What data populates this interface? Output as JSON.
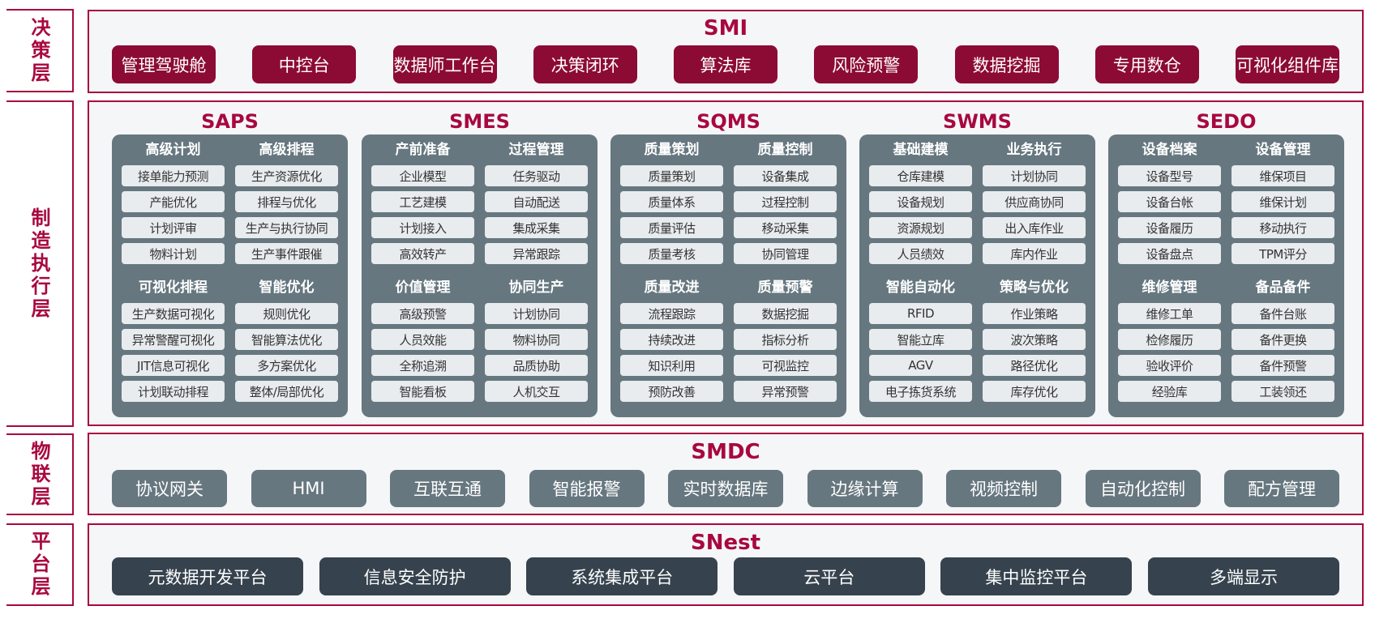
{
  "layers": {
    "decision": "决策层",
    "execution": "制造执行层",
    "iot": "物联层",
    "platform": "平台层"
  },
  "smi": {
    "title": "SMI",
    "items": [
      "管理驾驶舱",
      "中控台",
      "数据师工作台",
      "决策闭环",
      "算法库",
      "风险预警",
      "数据挖掘",
      "专用数仓",
      "可视化组件库"
    ]
  },
  "modules": [
    {
      "title": "SAPS",
      "groups": [
        {
          "head": "高级计划",
          "items": [
            "接单能力预测",
            "产能优化",
            "计划评审",
            "物料计划"
          ]
        },
        {
          "head": "高级排程",
          "items": [
            "生产资源优化",
            "排程与优化",
            "生产与执行协同",
            "生产事件跟催"
          ]
        },
        {
          "head": "可视化排程",
          "items": [
            "生产数据可视化",
            "异常警醒可视化",
            "JIT信息可视化",
            "计划联动排程"
          ]
        },
        {
          "head": "智能优化",
          "items": [
            "规则优化",
            "智能算法优化",
            "多方案优化",
            "整体/局部优化"
          ]
        }
      ]
    },
    {
      "title": "SMES",
      "groups": [
        {
          "head": "产前准备",
          "items": [
            "企业模型",
            "工艺建模",
            "计划接入",
            "高效转产"
          ]
        },
        {
          "head": "过程管理",
          "items": [
            "任务驱动",
            "自动配送",
            "集成采集",
            "异常跟踪"
          ]
        },
        {
          "head": "价值管理",
          "items": [
            "高级预警",
            "人员效能",
            "全称追溯",
            "智能看板"
          ]
        },
        {
          "head": "协同生产",
          "items": [
            "计划协同",
            "物料协同",
            "品质协助",
            "人机交互"
          ]
        }
      ]
    },
    {
      "title": "SQMS",
      "groups": [
        {
          "head": "质量策划",
          "items": [
            "质量策划",
            "质量体系",
            "质量评估",
            "质量考核"
          ]
        },
        {
          "head": "质量控制",
          "items": [
            "设备集成",
            "过程控制",
            "移动采集",
            "协同管理"
          ]
        },
        {
          "head": "质量改进",
          "items": [
            "流程跟踪",
            "持续改进",
            "知识利用",
            "预防改善"
          ]
        },
        {
          "head": "质量预警",
          "items": [
            "数据挖掘",
            "指标分析",
            "可视监控",
            "异常预警"
          ]
        }
      ]
    },
    {
      "title": "SWMS",
      "groups": [
        {
          "head": "基础建模",
          "items": [
            "仓库建模",
            "设备规划",
            "资源规划",
            "人员绩效"
          ]
        },
        {
          "head": "业务执行",
          "items": [
            "计划协同",
            "供应商协同",
            "出入库作业",
            "库内作业"
          ]
        },
        {
          "head": "智能自动化",
          "items": [
            "RFID",
            "智能立库",
            "AGV",
            "电子拣货系统"
          ]
        },
        {
          "head": "策略与优化",
          "items": [
            "作业策略",
            "波次策略",
            "路径优化",
            "库存优化"
          ]
        }
      ]
    },
    {
      "title": "SEDO",
      "groups": [
        {
          "head": "设备档案",
          "items": [
            "设备型号",
            "设备台帐",
            "设备履历",
            "设备盘点"
          ]
        },
        {
          "head": "设备管理",
          "items": [
            "维保项目",
            "维保计划",
            "移动执行",
            "TPM评分"
          ]
        },
        {
          "head": "维修管理",
          "items": [
            "维修工单",
            "检修履历",
            "验收评价",
            "经验库"
          ]
        },
        {
          "head": "备品备件",
          "items": [
            "备件台账",
            "备件更换",
            "备件预警",
            "工装领还"
          ]
        }
      ]
    }
  ],
  "smdc": {
    "title": "SMDC",
    "items": [
      "协议网关",
      "HMI",
      "互联互通",
      "智能报警",
      "实时数据库",
      "边缘计算",
      "视频控制",
      "自动化控制",
      "配方管理"
    ]
  },
  "snest": {
    "title": "SNest",
    "items": [
      "元数据开发平台",
      "信息安全防护",
      "系统集成平台",
      "云平台",
      "集中监控平台",
      "多端显示"
    ]
  }
}
